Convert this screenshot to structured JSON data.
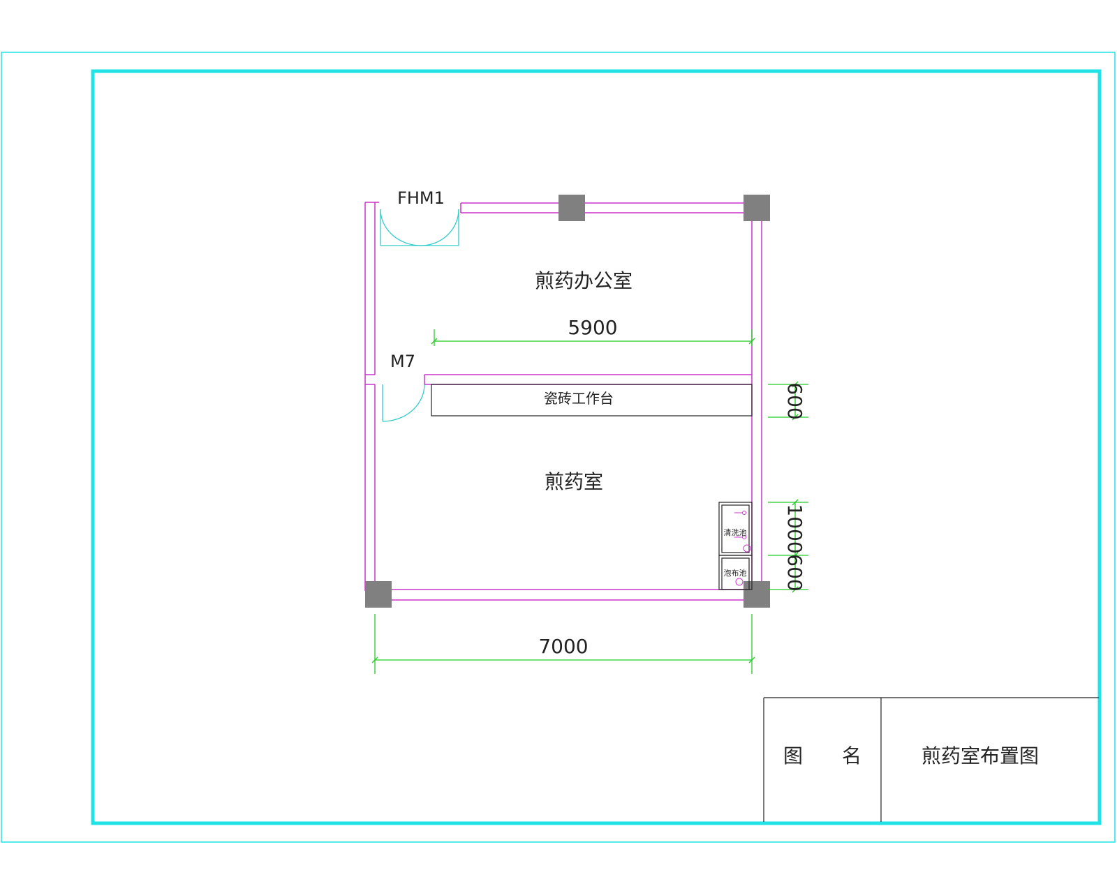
{
  "drawing": {
    "door_labels": {
      "entry_door": "FHM1",
      "inner_door": "M7"
    },
    "rooms": {
      "office": "煎药办公室",
      "decoction_room": "煎药室"
    },
    "fixtures": {
      "workbench": "瓷砖工作台",
      "wash_sink": "清洗池",
      "soak_sink": "泡布池"
    },
    "dimensions": {
      "inner_width": "5900",
      "overall_width": "7000",
      "workbench_depth": "600",
      "wash_sink_length": "1000",
      "soak_sink_length": "600"
    }
  },
  "title_block": {
    "label": "图　　名",
    "title": "煎药室布置图"
  },
  "colors": {
    "frame": "#1fe3e6",
    "wall": "#cc33cc",
    "dimension": "#22cc22",
    "column": "#808080",
    "door": "#33cccc"
  }
}
